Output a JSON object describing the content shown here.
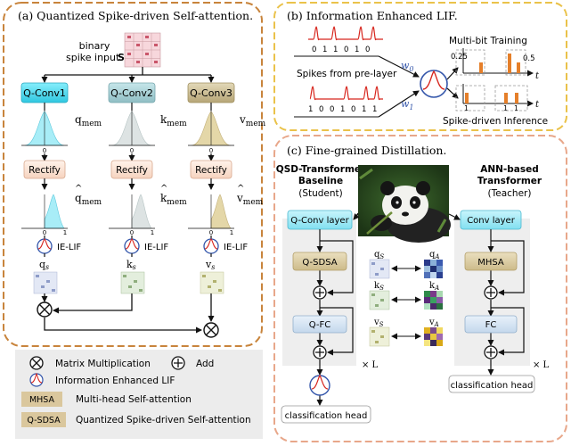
{
  "panel_a": {
    "title": "(a) Quantized Spike-driven Self-attention.",
    "input_label_1": "binary",
    "input_label_2": "spike input",
    "input_symbol": "S",
    "conv": [
      "Q-Conv1",
      "Q-Conv2",
      "Q-Conv3"
    ],
    "mem": [
      "q",
      "k",
      "v"
    ],
    "mem_sub": "mem",
    "rectify": "Rectify",
    "ielif": "IE-LIF",
    "spike_sub": "s",
    "tick_zero": "0",
    "tick_one": "1"
  },
  "legend": {
    "matmul": "Matrix Multiplication",
    "add": "Add",
    "ielif": "Information Enhanced LIF",
    "mhsa_tag": "MHSA",
    "mhsa_desc": "Multi-head Self-attention",
    "qsdsa_tag": "Q-SDSA",
    "qsdsa_desc": "Quantized Spike-driven Self-attention"
  },
  "panel_b": {
    "title": "(b) Information Enhanced LIF.",
    "bits_top": [
      "0",
      "1",
      "1",
      "0",
      "1",
      "0"
    ],
    "bits_bottom": [
      "1",
      "0",
      "0",
      "1",
      "0",
      "1",
      "1"
    ],
    "pre_layer": "Spikes from pre-layer",
    "w0": "w",
    "w0_sub": "0",
    "w1": "w",
    "w1_sub": "1",
    "multibit": "Multi-bit Training",
    "val_025": "0.25",
    "val_05": "0.5",
    "t": "t",
    "inference": "Spike-driven Inference",
    "inf_bits": [
      "1",
      "1",
      "1"
    ]
  },
  "panel_c": {
    "title": "(c) Fine-grained Distillation.",
    "student_title_1": "QSD-Transformer",
    "student_title_2": "Baseline",
    "student_role": "(Student)",
    "teacher_title_1": "ANN-based",
    "teacher_title_2": "Transformer",
    "teacher_role": "(Teacher)",
    "qconv": "Q-Conv layer",
    "conv": "Conv layer",
    "qsdsa": "Q-SDSA",
    "mhsa": "MHSA",
    "qfc": "Q-FC",
    "fc": "FC",
    "times_l": "× L",
    "cls_head": "classification head",
    "q_s": "q",
    "k_s": "k",
    "v_s": "v",
    "sub_s": "S",
    "sub_a": "A"
  },
  "colors": {
    "orange_border": "#c8843c",
    "yellow_border": "#eac24a",
    "conv_cyan": "#5fdcf0",
    "conv_gray": "#9fc9cf",
    "conv_tan": "#c6b78c",
    "rectify": "#fbe3d6",
    "block_tan": "#d9caa0",
    "block_blue": "#d5e4f2",
    "panel_gray": "#eeeeee",
    "spike_red": "#d7261e",
    "neuron_blue": "#3355aa"
  }
}
